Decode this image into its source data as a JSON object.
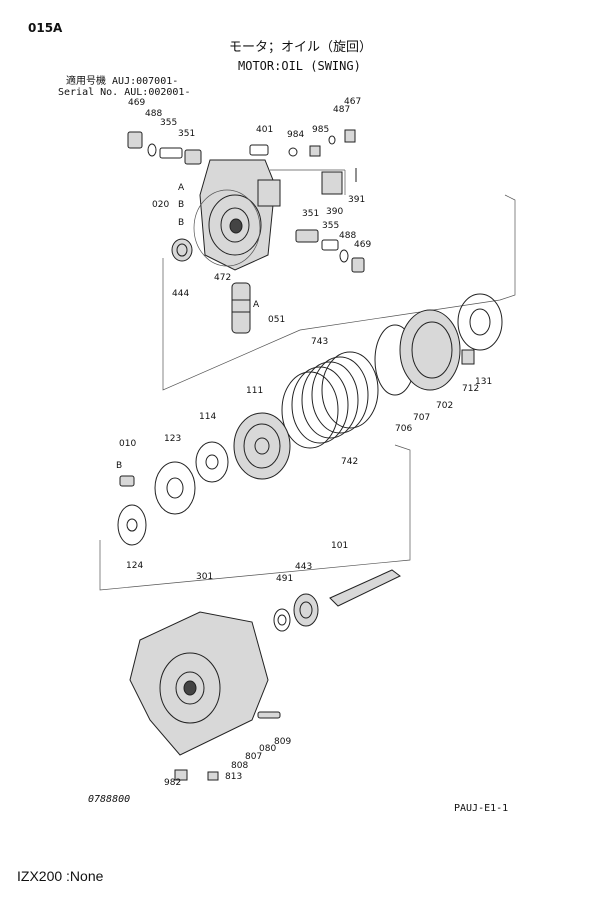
{
  "header": {
    "page_code": "015A",
    "title_jp": "モータ；オイル（旋回）",
    "title_en": "MOTOR:OIL (SWING)",
    "serial_rows": [
      {
        "label": "適用号機",
        "value": "AUJ:007001-"
      },
      {
        "label": "Serial No.",
        "value": "AUL:002001-"
      }
    ]
  },
  "parts": {
    "p469a": "469",
    "p488a": "488",
    "p355a": "355",
    "p351a": "351",
    "p401": "401",
    "p984": "984",
    "p985": "985",
    "p487": "487",
    "p467": "467",
    "p391": "391",
    "p390": "390",
    "pA1": "A",
    "pB1": "B",
    "pB2": "B",
    "p020": "020",
    "p351b": "351",
    "p355b": "355",
    "p488b": "488",
    "p469b": "469",
    "p472": "472",
    "p444": "444",
    "pA2": "A",
    "p051": "051",
    "p743": "743",
    "p111": "111",
    "p114": "114",
    "p131": "131",
    "p712": "712",
    "p702": "702",
    "p707": "707",
    "p706": "706",
    "p742": "742",
    "p010": "010",
    "p123": "123",
    "pB3": "B",
    "p124": "124",
    "p101": "101",
    "p301": "301",
    "p491": "491",
    "p443": "443",
    "p809": "809",
    "p080": "080",
    "p807": "807",
    "p808": "808",
    "p982": "982",
    "p813": "813"
  },
  "footer": {
    "drawing_code": "0788800",
    "ref_code": "PAUJ-E1-1",
    "caption": "IZX200 :None"
  }
}
